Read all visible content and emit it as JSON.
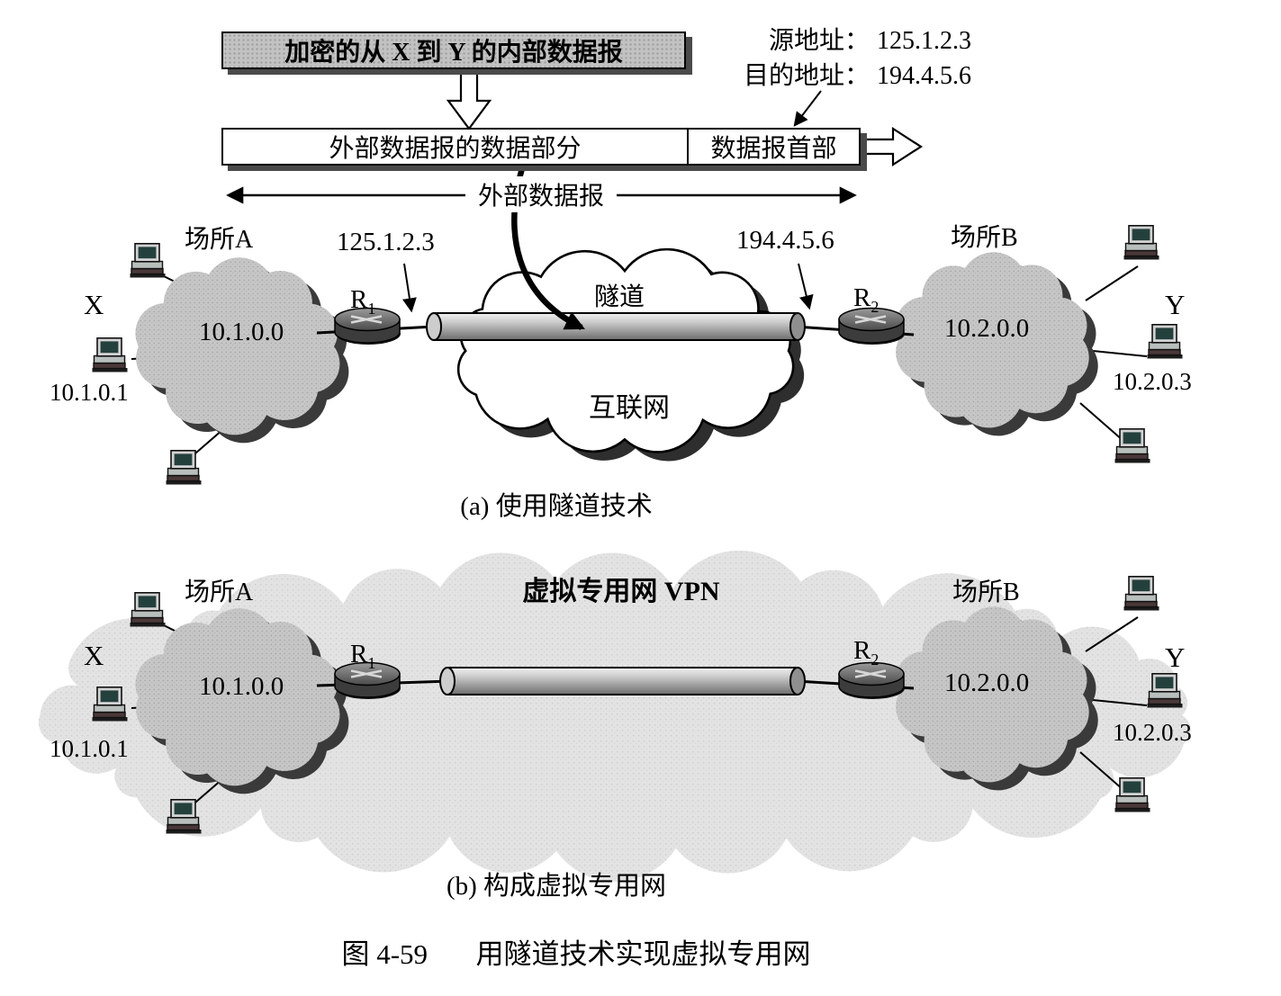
{
  "colors": {
    "site_cloud_fill": "#c7c7c7",
    "vpn_region_fill": "#e2e2e2",
    "internet_cloud_fill": "#ffffff",
    "shadow": "#3a3a3a",
    "tube_dark": "#6d6d6d"
  },
  "packet": {
    "inner_label": "加密的从 X 到 Y 的内部数据报",
    "outer_data_label": "外部数据报的数据部分",
    "outer_header_label": "数据报首部",
    "outer_span_label": "外部数据报",
    "src_label": "源地址：",
    "src_ip": "125.1.2.3",
    "dst_label": "目的地址：",
    "dst_ip": "194.4.5.6"
  },
  "a": {
    "caption": "(a) 使用隧道技术",
    "site_a": "场所A",
    "site_b": "场所B",
    "net_a": "10.1.0.0",
    "net_b": "10.2.0.0",
    "host_x": "X",
    "host_x_ip": "10.1.0.1",
    "host_y": "Y",
    "host_y_ip": "10.2.0.3",
    "r1": "R",
    "r1_sub": "1",
    "r2": "R",
    "r2_sub": "2",
    "r1_ip": "125.1.2.3",
    "r2_ip": "194.4.5.6",
    "tunnel": "隧道",
    "internet": "互联网"
  },
  "b": {
    "caption": "(b) 构成虚拟专用网",
    "vpn": "虚拟专用网 VPN",
    "site_a": "场所A",
    "site_b": "场所B",
    "net_a": "10.1.0.0",
    "net_b": "10.2.0.0",
    "host_x": "X",
    "host_x_ip": "10.1.0.1",
    "host_y": "Y",
    "host_y_ip": "10.2.0.3",
    "r1": "R",
    "r1_sub": "1",
    "r2": "R",
    "r2_sub": "2"
  },
  "figure": {
    "number": "图 4-59",
    "title": "用隧道技术实现虚拟专用网"
  }
}
